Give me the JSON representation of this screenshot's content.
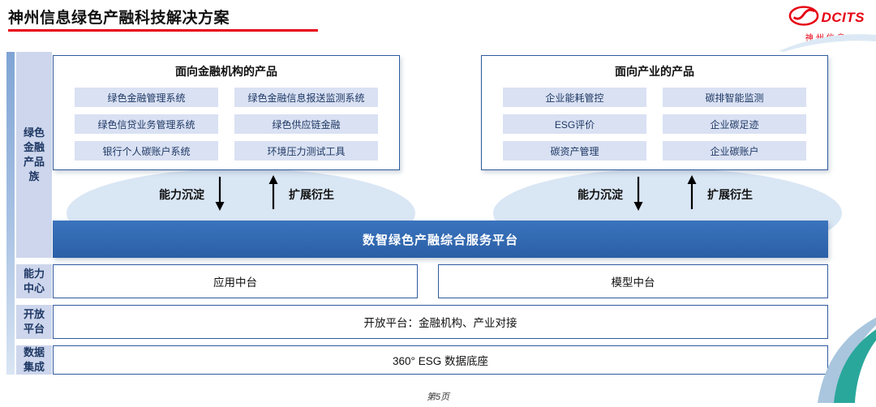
{
  "header": {
    "title": "神州信息绿色产融科技解决方案",
    "logo_brand": "DCITS",
    "logo_name": "神州信息"
  },
  "sidebar": {
    "product_family": "绿色\n金融\n产品\n族",
    "capability_center": "能力\n中心",
    "open_platform": "开放\n平台",
    "data_integration": "数据\n集成"
  },
  "finance_products": {
    "title": "面向金融机构的产品",
    "items": [
      "绿色金融管理系统",
      "绿色金融信息报送监测系统",
      "绿色信贷业务管理系统",
      "绿色供应链金融",
      "银行个人碳账户系统",
      "环境压力测试工具"
    ]
  },
  "industry_products": {
    "title": "面向产业的产品",
    "items": [
      "企业能耗管控",
      "碳排智能监测",
      "ESG评价",
      "企业碳足迹",
      "碳资产管理",
      "企业碳账户"
    ]
  },
  "flow": {
    "down_label": "能力沉淀",
    "up_label": "扩展衍生"
  },
  "platform": {
    "title": "数智绿色产融综合服务平台"
  },
  "middle_layer": {
    "app": "应用中台",
    "model": "模型中台"
  },
  "open_layer": {
    "text": "开放平台：金融机构、产业对接"
  },
  "data_layer": {
    "text": "360° ESG 数据底座"
  },
  "footer": {
    "page": "第5页"
  },
  "colors": {
    "accent_red": "#e60012",
    "platform_blue": "#2e66ad",
    "item_blue": "#d9e1f3",
    "border_blue": "#2f5a9e",
    "sidebar_blue": "#cdd6ec",
    "dome_blue": "#d9e6f4",
    "teal": "#2aa79b"
  }
}
